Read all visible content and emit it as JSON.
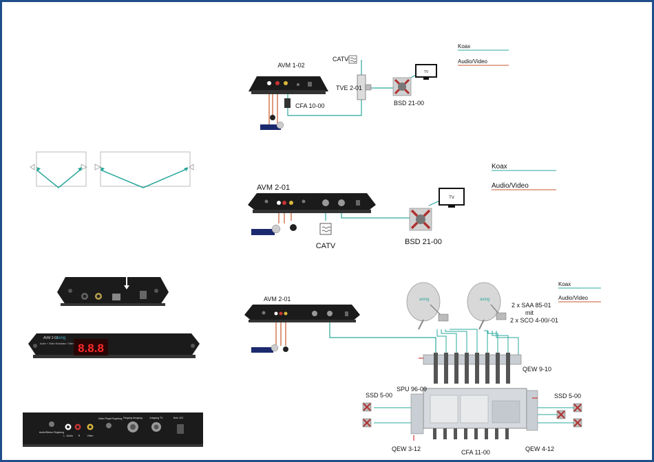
{
  "colors": {
    "koax": "#2aa79b",
    "audio_video": "#c8552b",
    "device": "#1b1b1b",
    "frame": "#1f4e8a"
  },
  "diagram1": {
    "avm_label": "AVM 1-02",
    "catv_label": "CATV",
    "tve_label": "TVE 2-01",
    "cfa_label": "CFA 10-00",
    "bsd_label": "BSD 21-00",
    "tv_label": "TV",
    "legend_koax": "Koax",
    "legend_av": "Audio/Video"
  },
  "diagram2": {
    "avm_label": "AVM 2-01",
    "catv_label": "CATV",
    "bsd_label": "BSD 21-00",
    "tv_label": "TV",
    "legend_koax": "Koax",
    "legend_av": "Audio/Video"
  },
  "diagram3": {
    "avm_label": "AVM 2-01",
    "dish_brand": "axing",
    "saa_line1": "2 x SAA 85-01",
    "saa_line2": "mit",
    "saa_line3": "2 x SCO 4-00/-01",
    "qew_top": "QEW 9-10",
    "spu_label": "SPU 96-09",
    "ssd_left": "SSD 5-00",
    "ssd_right": "SSD 5-00",
    "qew_left": "QEW 3-12",
    "qew_right": "QEW 4-12",
    "cfa_label": "CFA 11-00",
    "legend_koax": "Koax",
    "legend_av": "Audio/Video"
  },
  "photos": {
    "front_display": "8.8.8",
    "front_brand": "axing",
    "front_model": "AVM 2-01",
    "front_subtitle": "Audio + Video Modulator / Stereo",
    "back_labels": [
      "Audio/Stereo Regelung",
      "L - Audio",
      "R",
      "Video",
      "Video Pegel Regelung",
      "Eingang Ausgang",
      "Ausgang TV",
      "Netz 12V"
    ]
  }
}
